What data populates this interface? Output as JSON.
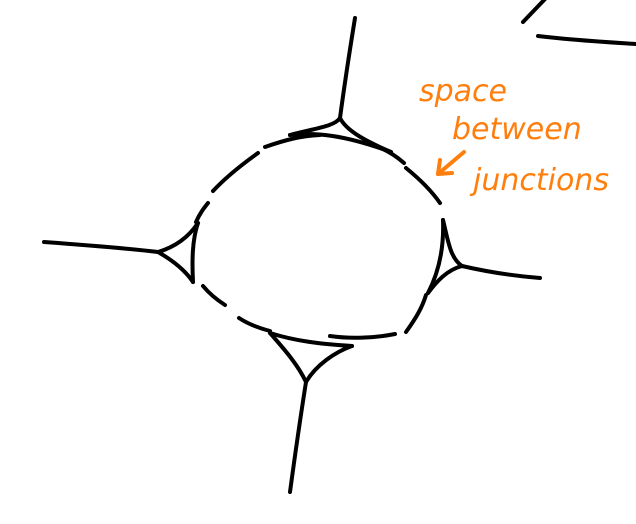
{
  "annotation": {
    "lines": [
      "space",
      "between",
      "junctions"
    ],
    "color": "#ff7f0e"
  },
  "diagram": {
    "ink_color": "#000000",
    "arms": [
      "north",
      "east",
      "south",
      "west"
    ]
  },
  "icons": {
    "annotation_arrow": "arrow-down-left-icon"
  }
}
